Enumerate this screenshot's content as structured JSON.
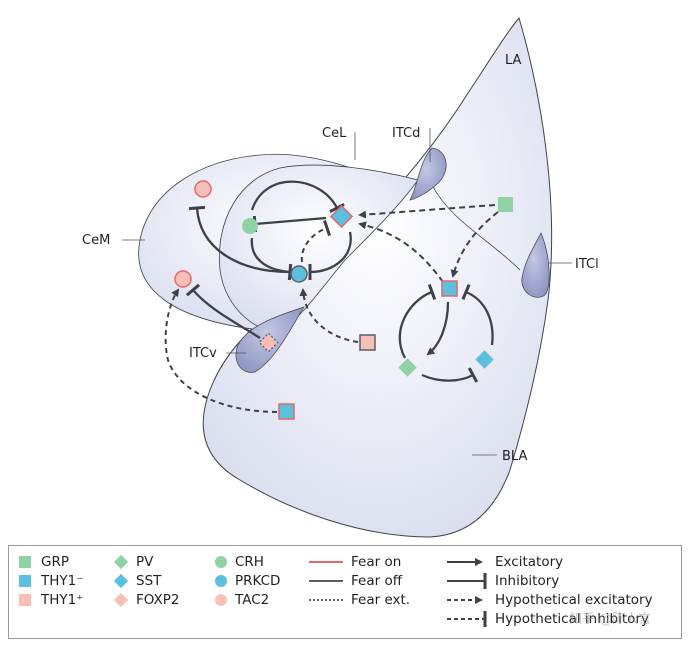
{
  "regions": {
    "la": "LA",
    "cel": "CeL",
    "itcd": "ITCd",
    "cem": "CeM",
    "itcl": "ITCl",
    "itcv": "ITCv",
    "bla": "BLA"
  },
  "colors": {
    "grp": "#8fd3a3",
    "thy1_minus": "#5bc0de",
    "thy1_plus": "#f7bfb6",
    "pv": "#8fd3a3",
    "sst": "#5bc0de",
    "foxp2": "#f7bfb6",
    "crh": "#8fd3a3",
    "prkcd": "#5bc0de",
    "tac2": "#f7bfb6",
    "fear_on": "#e8656d",
    "fear_off": "#5a5f66",
    "arrow": "#3d4249",
    "region_fill": "#e4e6f3",
    "itc_fill": "#9da3c9"
  },
  "legend": {
    "cell_types": [
      {
        "label": "GRP",
        "shape": "square",
        "color_key": "grp"
      },
      {
        "label": "THY1⁻",
        "shape": "square",
        "color_key": "thy1_minus"
      },
      {
        "label": "THY1⁺",
        "shape": "square",
        "color_key": "thy1_plus"
      },
      {
        "label": "PV",
        "shape": "diamond",
        "color_key": "pv"
      },
      {
        "label": "SST",
        "shape": "diamond",
        "color_key": "sst"
      },
      {
        "label": "FOXP2",
        "shape": "diamond",
        "color_key": "foxp2"
      },
      {
        "label": "CRH",
        "shape": "circle",
        "color_key": "crh"
      },
      {
        "label": "PRKCD",
        "shape": "circle",
        "color_key": "prkcd"
      },
      {
        "label": "TAC2",
        "shape": "circle",
        "color_key": "tac2"
      }
    ],
    "outline_states": [
      {
        "label": "Fear on",
        "style": "solid-red"
      },
      {
        "label": "Fear off",
        "style": "solid-grey"
      },
      {
        "label": "Fear ext.",
        "style": "dotted"
      }
    ],
    "connections": [
      {
        "label": "Excitatory",
        "style": "solid-arrow"
      },
      {
        "label": "Inhibitory",
        "style": "solid-bar"
      },
      {
        "label": "Hypothetical excitatory",
        "style": "dashed-arrow"
      },
      {
        "label": "Hypothetical inhibitory",
        "style": "dashed-bar"
      }
    ]
  },
  "watermark": "知乎 @陈人言"
}
